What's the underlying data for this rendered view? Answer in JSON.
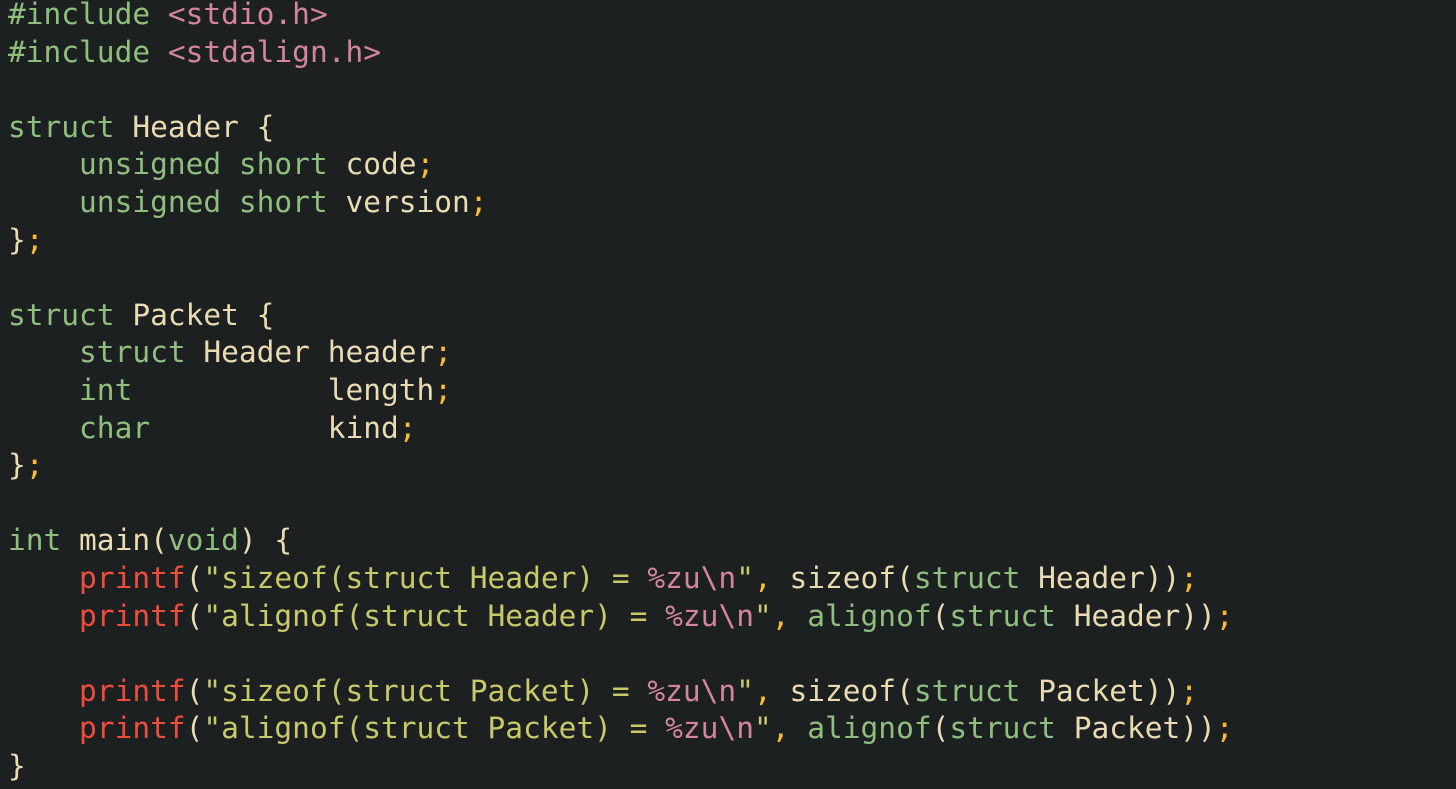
{
  "editor": {
    "language": "c",
    "background": "#1d2021",
    "lines": [
      [
        {
          "t": "#include ",
          "c": "pp"
        },
        {
          "t": "<stdio.h>",
          "c": "inc"
        }
      ],
      [
        {
          "t": "#include ",
          "c": "pp"
        },
        {
          "t": "<stdalign.h>",
          "c": "inc"
        }
      ],
      [],
      [
        {
          "t": "struct ",
          "c": "type"
        },
        {
          "t": "Header ",
          "c": "id"
        },
        {
          "t": "{",
          "c": "brace"
        }
      ],
      [
        {
          "t": "    unsigned short ",
          "c": "type"
        },
        {
          "t": "code",
          "c": "id"
        },
        {
          "t": ";",
          "c": "punc"
        }
      ],
      [
        {
          "t": "    unsigned short ",
          "c": "type"
        },
        {
          "t": "version",
          "c": "id"
        },
        {
          "t": ";",
          "c": "punc"
        }
      ],
      [
        {
          "t": "}",
          "c": "brace"
        },
        {
          "t": ";",
          "c": "punc"
        }
      ],
      [],
      [
        {
          "t": "struct ",
          "c": "type"
        },
        {
          "t": "Packet ",
          "c": "id"
        },
        {
          "t": "{",
          "c": "brace"
        }
      ],
      [
        {
          "t": "    struct ",
          "c": "type"
        },
        {
          "t": "Header header",
          "c": "id"
        },
        {
          "t": ";",
          "c": "punc"
        }
      ],
      [
        {
          "t": "    int           ",
          "c": "type"
        },
        {
          "t": "length",
          "c": "id"
        },
        {
          "t": ";",
          "c": "punc"
        }
      ],
      [
        {
          "t": "    char          ",
          "c": "type"
        },
        {
          "t": "kind",
          "c": "id"
        },
        {
          "t": ";",
          "c": "punc"
        }
      ],
      [
        {
          "t": "}",
          "c": "brace"
        },
        {
          "t": ";",
          "c": "punc"
        }
      ],
      [],
      [
        {
          "t": "int ",
          "c": "type"
        },
        {
          "t": "main",
          "c": "id"
        },
        {
          "t": "(",
          "c": "brace"
        },
        {
          "t": "void",
          "c": "type"
        },
        {
          "t": ") {",
          "c": "brace"
        }
      ],
      [
        {
          "t": "    printf",
          "c": "fn"
        },
        {
          "t": "(",
          "c": "brace"
        },
        {
          "t": "\"sizeof(struct Header) = ",
          "c": "str"
        },
        {
          "t": "%zu\\n",
          "c": "fmt"
        },
        {
          "t": "\"",
          "c": "str"
        },
        {
          "t": ", ",
          "c": "punc"
        },
        {
          "t": "sizeof",
          "c": "id"
        },
        {
          "t": "(",
          "c": "brace"
        },
        {
          "t": "struct ",
          "c": "type"
        },
        {
          "t": "Header",
          "c": "id"
        },
        {
          "t": "))",
          "c": "brace"
        },
        {
          "t": ";",
          "c": "punc"
        }
      ],
      [
        {
          "t": "    printf",
          "c": "fn"
        },
        {
          "t": "(",
          "c": "brace"
        },
        {
          "t": "\"alignof(struct Header) = ",
          "c": "str"
        },
        {
          "t": "%zu\\n",
          "c": "fmt"
        },
        {
          "t": "\"",
          "c": "str"
        },
        {
          "t": ", ",
          "c": "punc"
        },
        {
          "t": "alignof",
          "c": "type"
        },
        {
          "t": "(",
          "c": "brace"
        },
        {
          "t": "struct ",
          "c": "type"
        },
        {
          "t": "Header",
          "c": "id"
        },
        {
          "t": "))",
          "c": "brace"
        },
        {
          "t": ";",
          "c": "punc"
        }
      ],
      [],
      [
        {
          "t": "    printf",
          "c": "fn"
        },
        {
          "t": "(",
          "c": "brace"
        },
        {
          "t": "\"sizeof(struct Packet) = ",
          "c": "str"
        },
        {
          "t": "%zu\\n",
          "c": "fmt"
        },
        {
          "t": "\"",
          "c": "str"
        },
        {
          "t": ", ",
          "c": "punc"
        },
        {
          "t": "sizeof",
          "c": "id"
        },
        {
          "t": "(",
          "c": "brace"
        },
        {
          "t": "struct ",
          "c": "type"
        },
        {
          "t": "Packet",
          "c": "id"
        },
        {
          "t": "))",
          "c": "brace"
        },
        {
          "t": ";",
          "c": "punc"
        }
      ],
      [
        {
          "t": "    printf",
          "c": "fn"
        },
        {
          "t": "(",
          "c": "brace"
        },
        {
          "t": "\"alignof(struct Packet) = ",
          "c": "str"
        },
        {
          "t": "%zu\\n",
          "c": "fmt"
        },
        {
          "t": "\"",
          "c": "str"
        },
        {
          "t": ", ",
          "c": "punc"
        },
        {
          "t": "alignof",
          "c": "type"
        },
        {
          "t": "(",
          "c": "brace"
        },
        {
          "t": "struct ",
          "c": "type"
        },
        {
          "t": "Packet",
          "c": "id"
        },
        {
          "t": "))",
          "c": "brace"
        },
        {
          "t": ";",
          "c": "punc"
        }
      ],
      [
        {
          "t": "}",
          "c": "brace"
        }
      ]
    ]
  }
}
